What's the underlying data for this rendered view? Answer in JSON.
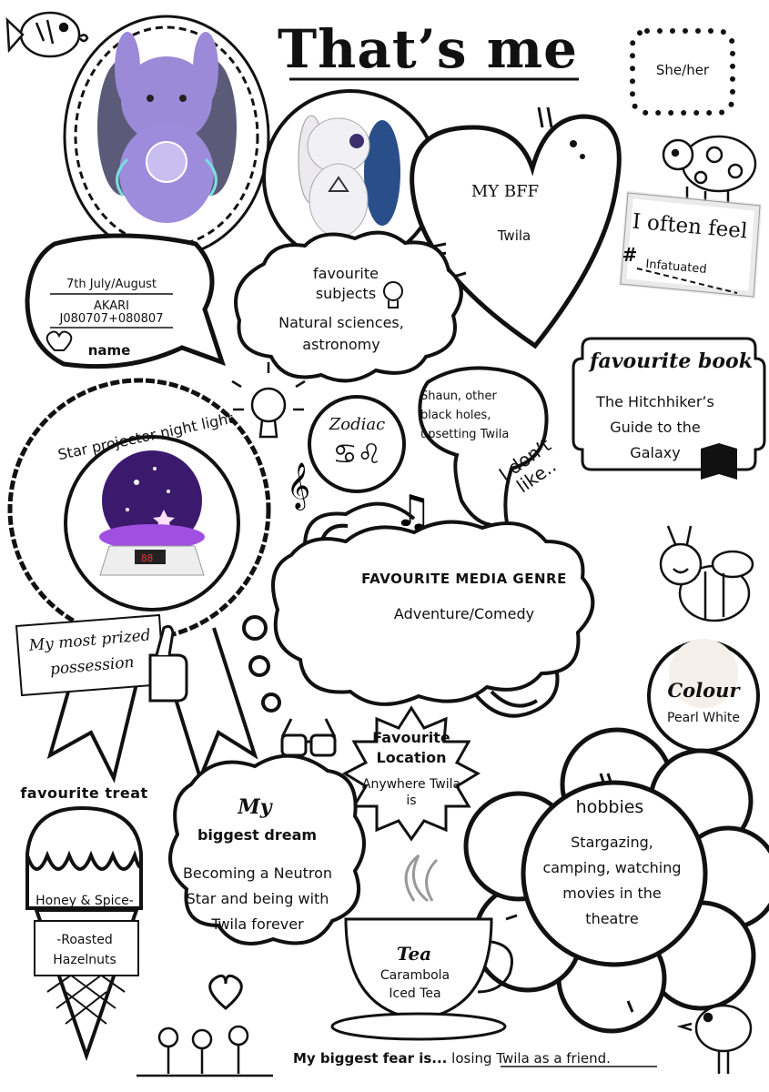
{
  "title": "That’s me",
  "pronouns": "She/her",
  "name_box": {
    "birthday": "7th July/August",
    "name_value": "AKARI\nJ080707+080807",
    "name_label": "name"
  },
  "bff": {
    "label": "MY BFF",
    "value": "Twila"
  },
  "feel": {
    "label": "I often feel",
    "hash": "#",
    "value": "Infatuated"
  },
  "subjects": {
    "label": "favourite\nsubjects",
    "value": "Natural sciences,\nastronomy"
  },
  "book": {
    "label": "favourite book",
    "value": "The Hitchhiker’s\nGuide to the\nGalaxy"
  },
  "dislike": {
    "value": "Shaun, other\nblack holes,\nupsetting Twila",
    "label": "I don’t\nlike.."
  },
  "zodiac": {
    "label": "Zodiac",
    "symbols": "♋♌"
  },
  "possession": {
    "item": "Star projector night light",
    "label": "My most prized\npossession"
  },
  "media": {
    "label": "FAVOURITE MEDIA GENRE",
    "value": "Adventure/Comedy"
  },
  "colour": {
    "label": "Colour",
    "value": "Pearl White",
    "swatch": "#f4efe8"
  },
  "location": {
    "label": "Favourite\nLocation",
    "value": "Anywhere Twila\nis"
  },
  "treat": {
    "label": "favourite treat",
    "value_top": "Honey & Spice-",
    "value_bottom": "-Roasted\nHazelnuts"
  },
  "dream": {
    "label_top": "My",
    "label_bottom": "biggest dream",
    "value": "Becoming a Neutron\nStar and being with\nTwila forever"
  },
  "tea": {
    "label": "Tea",
    "value": "Carambola\nIced Tea"
  },
  "hobbies": {
    "label": "hobbies",
    "value": "Stargazing,\ncamping, watching\nmovies in the\ntheatre"
  },
  "fear": {
    "label": "My biggest fear is...",
    "value": "losing Twila as a friend",
    "end": "."
  }
}
